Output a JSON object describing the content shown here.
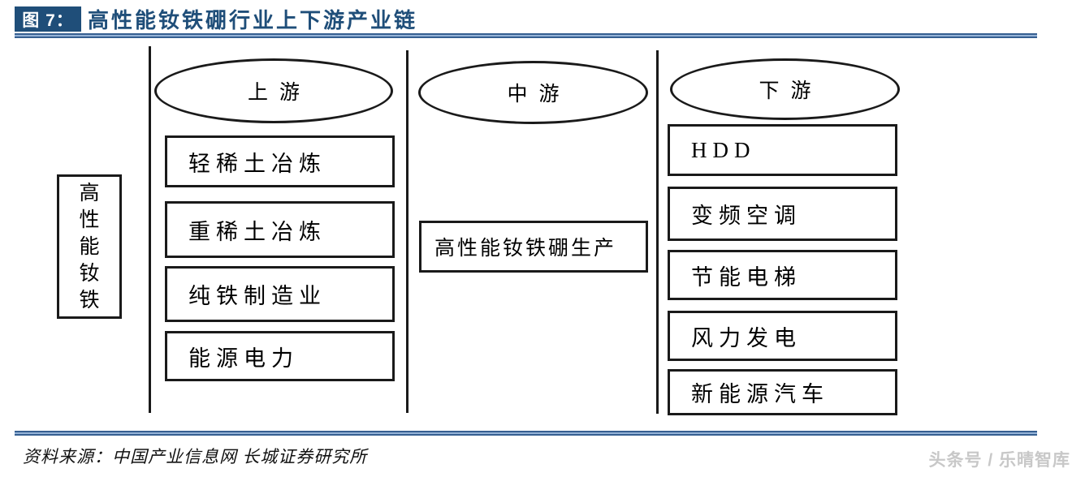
{
  "figure": {
    "label": "图 7：",
    "title": "高性能钕铁硼行业上下游产业链"
  },
  "diagram": {
    "side_label": "高性能钕铁",
    "columns": [
      {
        "stage": "上游",
        "items": [
          "轻稀土冶炼",
          "重稀土冶炼",
          "纯铁制造业",
          "能源电力"
        ]
      },
      {
        "stage": "中游",
        "items": [
          "高性能钕铁硼生产"
        ]
      },
      {
        "stage": "下游",
        "items": [
          "HDD",
          "变频空调",
          "节能电梯",
          "风力发电",
          "新能源汽车"
        ]
      }
    ]
  },
  "footer": {
    "source": "资料来源：中国产业信息网 长城证券研究所",
    "watermark": "头条号 / 乐晴智库"
  },
  "colors": {
    "accent_navy": "#1F4E79",
    "rule_dark": "#365F91",
    "rule_light": "#95B3D7",
    "line_black": "#1A1A1A",
    "watermark_gray": "#C8C8C8"
  }
}
